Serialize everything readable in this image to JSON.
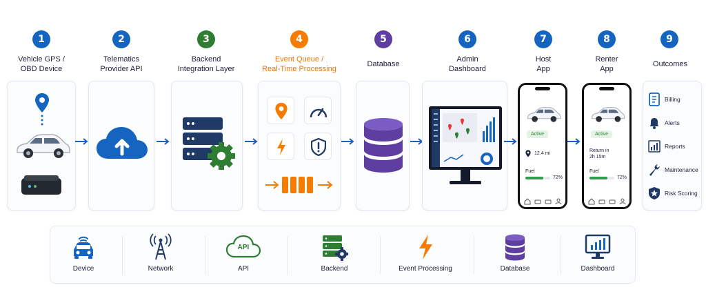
{
  "colors": {
    "blue": "#1565c0",
    "green": "#2e7d32",
    "orange": "#f57c00",
    "purple": "#5e3ea1",
    "navy": "#1f3a66"
  },
  "steps": [
    {
      "num": "1",
      "line1": "Vehicle GPS /",
      "line2": "OBD Device"
    },
    {
      "num": "2",
      "line1": "Telematics",
      "line2": "Provider API"
    },
    {
      "num": "3",
      "line1": "Backend",
      "line2": "Integration Layer"
    },
    {
      "num": "4",
      "line1": "Event Queue /",
      "line2": "Real-Time Processing"
    },
    {
      "num": "5",
      "line1": "Database",
      "line2": ""
    },
    {
      "num": "6",
      "line1": "Admin",
      "line2": "Dashboard"
    },
    {
      "num": "7",
      "line1": "Host",
      "line2": "App"
    },
    {
      "num": "8",
      "line1": "Renter",
      "line2": "App"
    },
    {
      "num": "9",
      "line1": "Outcomes",
      "line2": ""
    }
  ],
  "host_app": {
    "status": "Active",
    "distance": "12.4 mi",
    "fuel_label": "Fuel",
    "fuel_value": "72%",
    "fuel_level": 0.72
  },
  "renter_app": {
    "status": "Active",
    "return_line1": "Return in",
    "return_line2": "2h 15m",
    "fuel_label": "Fuel",
    "fuel_value": "72%",
    "fuel_level": 0.72
  },
  "outcomes": [
    {
      "label": "Billing",
      "icon": "invoice-icon"
    },
    {
      "label": "Alerts",
      "icon": "bell-icon"
    },
    {
      "label": "Reports",
      "icon": "bar-chart-icon"
    },
    {
      "label": "Maintenance",
      "icon": "wrench-icon"
    },
    {
      "label": "Risk Scoring",
      "icon": "shield-star-icon"
    }
  ],
  "legend": [
    {
      "label": "Device",
      "icon": "car-signal-icon"
    },
    {
      "label": "Network",
      "icon": "cell-tower-icon"
    },
    {
      "label": "API",
      "icon": "api-cloud-icon"
    },
    {
      "label": "Backend",
      "icon": "server-gear-icon"
    },
    {
      "label": "Event Processing",
      "icon": "lightning-icon"
    },
    {
      "label": "Database",
      "icon": "database-icon"
    },
    {
      "label": "Dashboard",
      "icon": "monitor-chart-icon"
    }
  ],
  "legend_api_text": "API"
}
